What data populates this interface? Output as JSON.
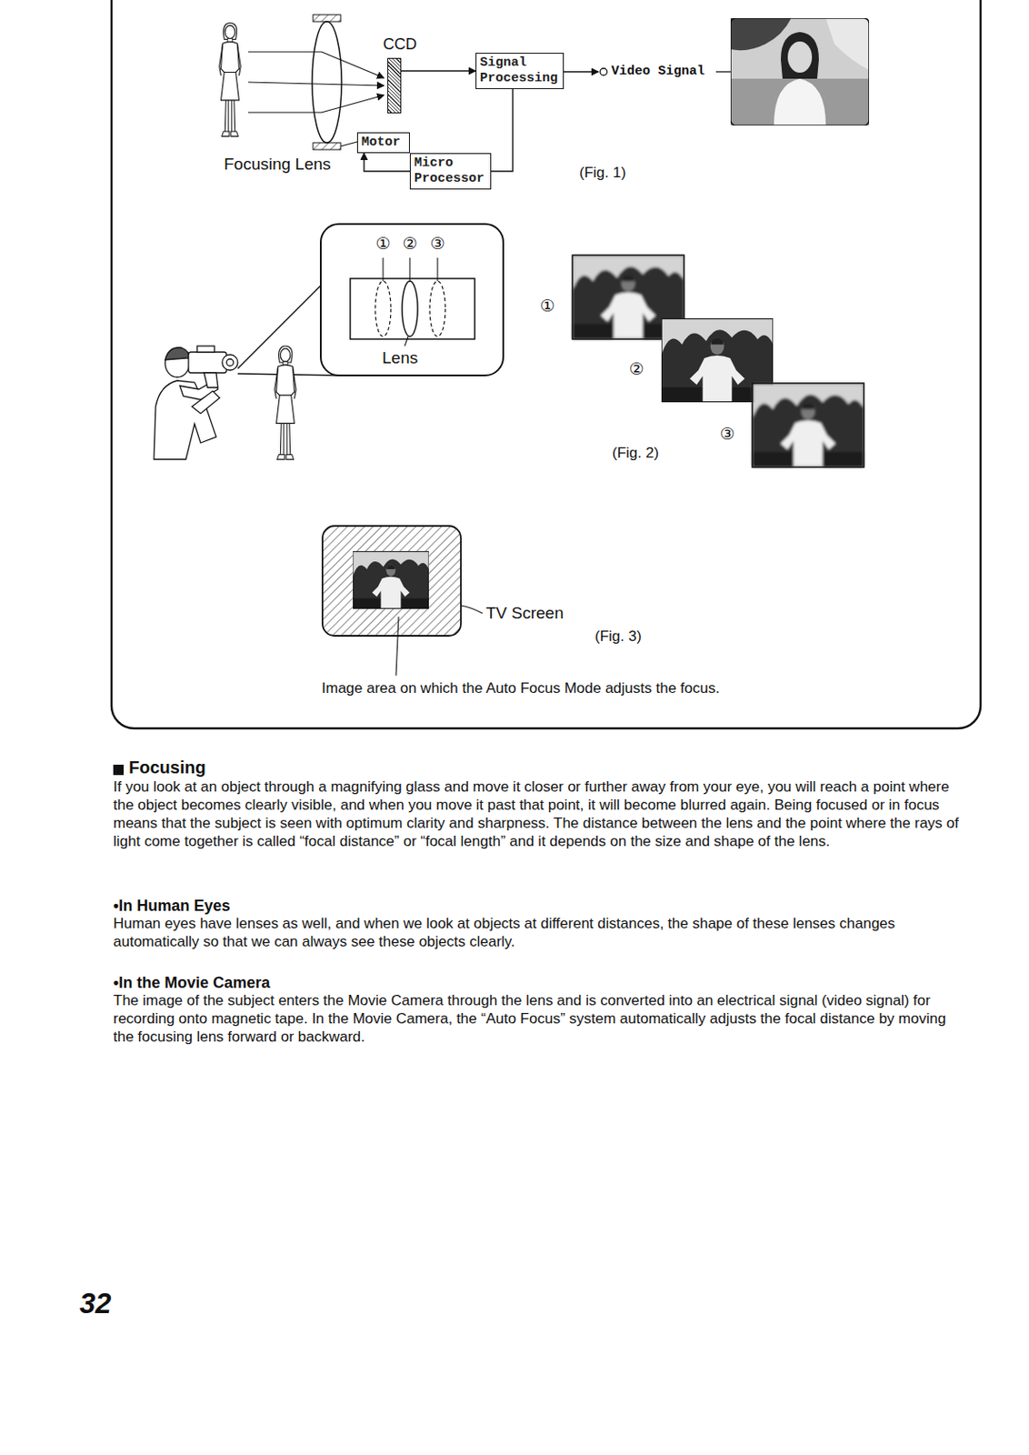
{
  "diagram": {
    "nodes": [
      {
        "text": [
          "CCD"
        ]
      },
      {
        "text": [
          "Signal Processing"
        ]
      },
      {
        "text": [
          "Motor"
        ]
      },
      {
        "text": [
          "Micro Processor"
        ]
      },
      {
        "text": [
          "Lens"
        ]
      }
    ],
    "edges": [
      {
        "from": 0,
        "to": 1,
        "arrow": "to"
      },
      {
        "from": 1,
        "to": 3,
        "arrow": "none"
      },
      {
        "from": 3,
        "to": 2,
        "arrow": "to"
      }
    ],
    "labels": [
      "Focusing Lens",
      "Video Signal",
      "(Fig. 1)",
      "①",
      "②",
      "③",
      "①",
      "②",
      "③",
      "(Fig. 2)",
      "TV Screen",
      "(Fig. 3)",
      "Image area on which the Auto Focus Mode adjusts the focus.",
      "Focusing",
      "If you look at an object through a magnifying glass and move it closer or further away from your eye, you will reach a point where the object becomes clearly visible, and when you move it past that point, it will become blurred again. Being focused or in focus means that the subject is seen with optimum clarity and sharpness. The distance between the lens and the point where the rays of light come together is called “focal distance” or “focal length” and it depends on the size and shape of the lens.",
      "•In Human Eyes",
      "Human eyes have lenses as well, and when we look at objects at different distances, the shape of these lenses changes automatically so that we can always see these objects clearly.",
      "•In the Movie Camera",
      "The image of the subject enters the Movie Camera through the lens and is converted into an electrical signal (video signal) for recording onto magnetic tape. In the Movie Camera, the “Auto Focus” system automatically adjusts the focal distance by moving the focusing lens forward or backward.",
      "32"
    ]
  }
}
